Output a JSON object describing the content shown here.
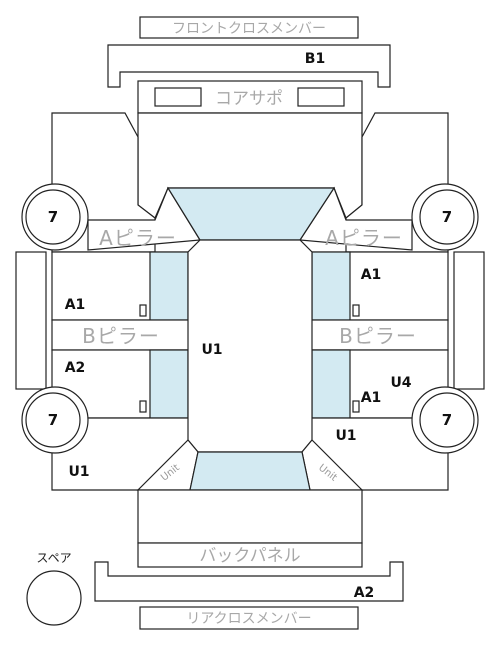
{
  "parts": {
    "front_cross_member": "フロントクロスメンバー",
    "core_support": "コアサポ",
    "a_pillar": "Aピラー",
    "b_pillar": "Bピラー",
    "unit": "Unit",
    "back_panel": "バックパネル",
    "rear_cross_member": "リアクロスメンバー",
    "spare": "スペア"
  },
  "codes": {
    "front_member": "B1",
    "roof": "U1",
    "left_front_door": "A1",
    "left_rear_door": "A2",
    "right_front_door": "A1",
    "right_rear_door": "A1",
    "right_rear_unit": "U4",
    "right_rear_quarter": "U1",
    "left_rear_quarter": "U1",
    "rear_member": "A2"
  },
  "tires": {
    "front_left": "7",
    "front_right": "7",
    "rear_left": "7",
    "rear_right": "7"
  }
}
